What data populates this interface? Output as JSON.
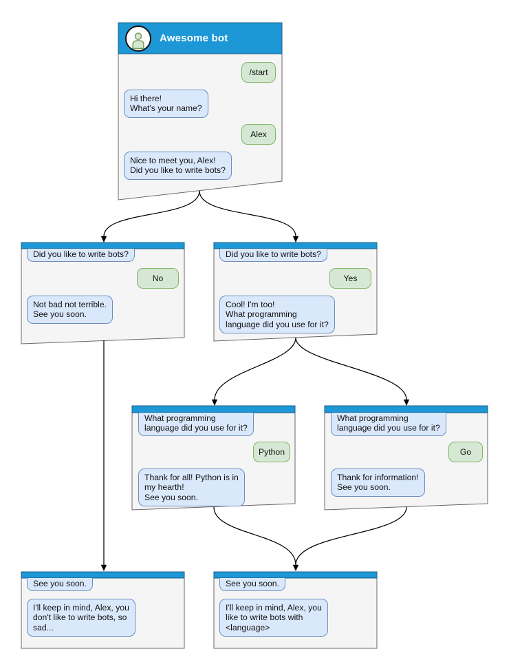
{
  "colors": {
    "header_blue": "#1e97d6",
    "header_border": "#1b5e86",
    "window_fill": "#f5f5f5",
    "window_border": "#676767",
    "bot_bubble_fill": "#dae8fc",
    "bot_bubble_border": "#6c8ebf",
    "user_bubble_fill": "#d5e8d4",
    "user_bubble_border": "#82b366",
    "arrow": "#000000"
  },
  "main_window": {
    "title": "Awesome bot",
    "avatar_icon": "person-icon",
    "user_start": "/start",
    "bot_greeting": "Hi there!\nWhat's your name?",
    "user_name": "Alex",
    "bot_question": "Nice to meet you, Alex!\nDid you like to write bots?"
  },
  "no_window": {
    "question": "Did you like to write bots?",
    "user_answer": "No",
    "bot_reply": "Not bad not terrible.\nSee you soon."
  },
  "yes_window": {
    "question": "Did you like to write bots?",
    "user_answer": "Yes",
    "bot_reply": "Cool! I'm too!\nWhat programming\nlanguage did you use for it?"
  },
  "python_window": {
    "question": "What programming\nlanguage did you use for it?",
    "user_answer": "Python",
    "bot_reply": "Thank for all! Python is in\nmy hearth!\nSee you soon."
  },
  "go_window": {
    "question": "What programming\nlanguage did you use for it?",
    "user_answer": "Go",
    "bot_reply": "Thank for information!\nSee you soon."
  },
  "end_no_window": {
    "question": "See you soon.",
    "bot_reply": "I'll keep in mind, Alex, you\ndon't like to write bots, so\nsad..."
  },
  "end_yes_window": {
    "question": "See you soon.",
    "bot_reply": "I'll keep in mind, Alex, you\nlike to write bots with\n<language>"
  },
  "edges": [
    {
      "from": "main",
      "to": "no-branch"
    },
    {
      "from": "main",
      "to": "yes-branch"
    },
    {
      "from": "yes-branch",
      "to": "python-branch"
    },
    {
      "from": "yes-branch",
      "to": "go-branch"
    },
    {
      "from": "no-branch",
      "to": "end-no"
    },
    {
      "from": "python-branch",
      "to": "end-yes"
    },
    {
      "from": "go-branch",
      "to": "end-yes"
    }
  ]
}
